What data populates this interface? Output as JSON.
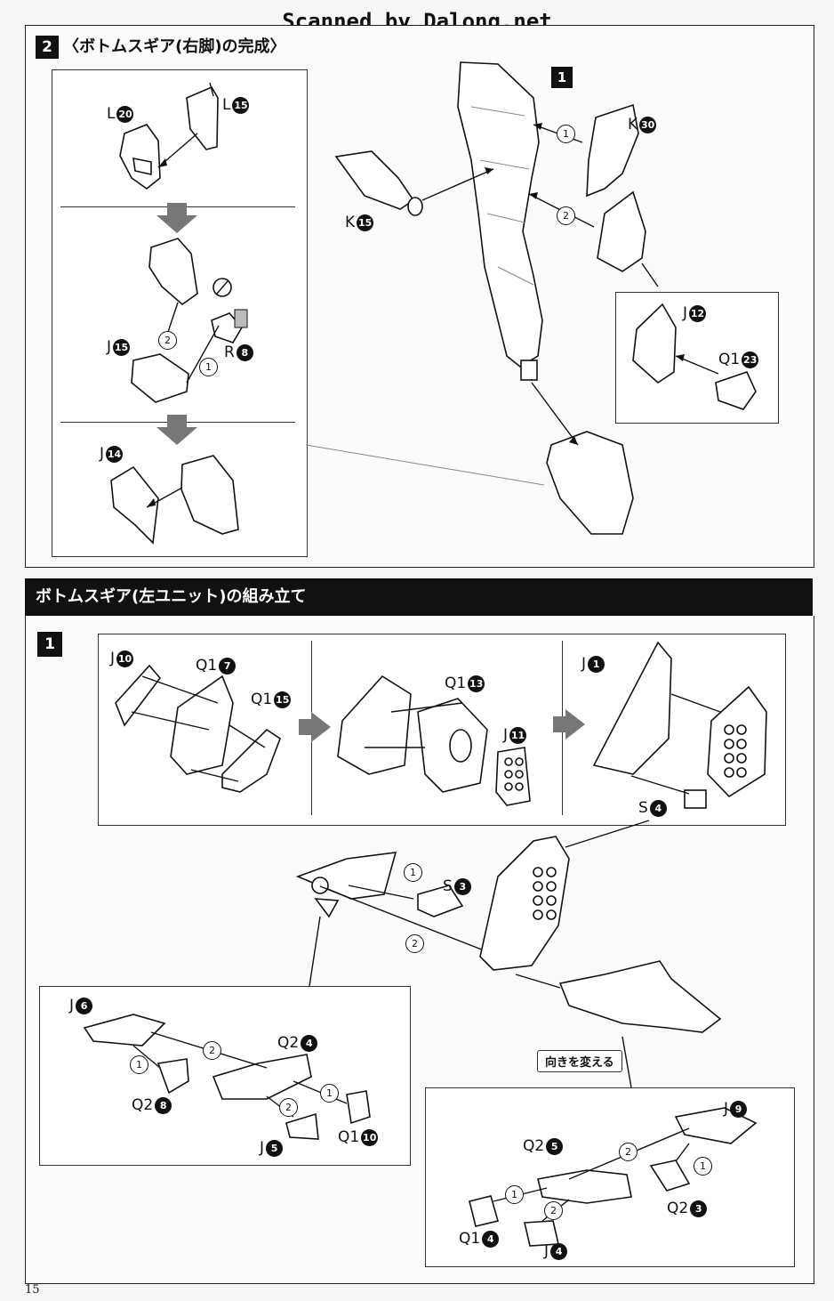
{
  "watermark": "Scanned by Dalong.net",
  "page_number": "15",
  "section1": {
    "step": "2",
    "title": "〈ボトムスギア(右脚)の完成〉",
    "substep": "1"
  },
  "section2": {
    "title": "ボトムスギア(左ユニット)の組み立て",
    "substep": "1",
    "direction_note": "向きを変える"
  },
  "labels": {
    "l20": {
      "letter": "L",
      "num": "20"
    },
    "l15": {
      "letter": "L",
      "num": "15"
    },
    "j15": {
      "letter": "J",
      "num": "15"
    },
    "r8": {
      "letter": "R",
      "num": "8"
    },
    "j14": {
      "letter": "J",
      "num": "14"
    },
    "k15": {
      "letter": "K",
      "num": "15"
    },
    "k30": {
      "letter": "K",
      "num": "30"
    },
    "j12": {
      "letter": "J",
      "num": "12"
    },
    "q123": {
      "letter": "Q1",
      "num": "23"
    },
    "j10": {
      "letter": "J",
      "num": "10"
    },
    "q17": {
      "letter": "Q1",
      "num": "7"
    },
    "q115": {
      "letter": "Q1",
      "num": "15"
    },
    "q113": {
      "letter": "Q1",
      "num": "13"
    },
    "j11": {
      "letter": "J",
      "num": "11"
    },
    "j1": {
      "letter": "J",
      "num": "1"
    },
    "s4": {
      "letter": "S",
      "num": "4"
    },
    "s3": {
      "letter": "S",
      "num": "3"
    },
    "j6": {
      "letter": "J",
      "num": "6"
    },
    "q24": {
      "letter": "Q2",
      "num": "4"
    },
    "q28": {
      "letter": "Q2",
      "num": "8"
    },
    "j5": {
      "letter": "J",
      "num": "5"
    },
    "q110": {
      "letter": "Q1",
      "num": "10"
    },
    "j9": {
      "letter": "J",
      "num": "9"
    },
    "q25": {
      "letter": "Q2",
      "num": "5"
    },
    "q23": {
      "letter": "Q2",
      "num": "3"
    },
    "q14": {
      "letter": "Q1",
      "num": "4"
    },
    "j4": {
      "letter": "J",
      "num": "4"
    }
  },
  "order_marks": {
    "one": "1",
    "two": "2"
  }
}
